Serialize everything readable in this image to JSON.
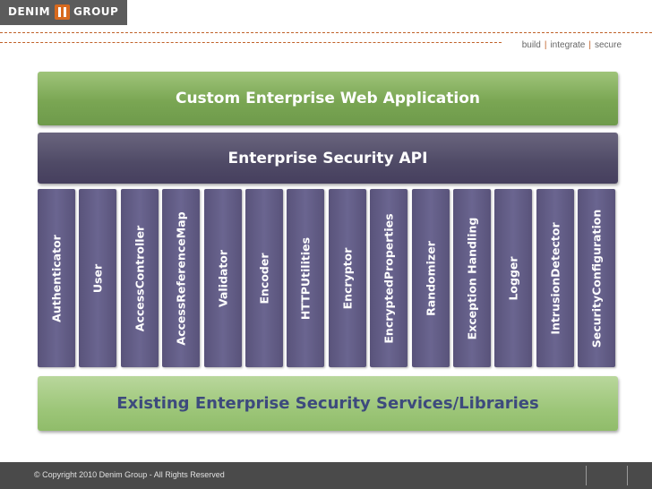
{
  "header": {
    "logo_left": "DENIM",
    "logo_right": "GROUP",
    "tagline": [
      "build",
      "integrate",
      "secure"
    ]
  },
  "diagram": {
    "top_layer": "Custom Enterprise Web Application",
    "api_layer": "Enterprise Security API",
    "components": [
      "Authenticator",
      "User",
      "AccessController",
      "AccessReferenceMap",
      "Validator",
      "Encoder",
      "HTTPUtilities",
      "Encryptor",
      "EncryptedProperties",
      "Randomizer",
      "Exception Handling",
      "Logger",
      "IntrusionDetector",
      "SecurityConfiguration"
    ],
    "bottom_layer": "Existing Enterprise Security Services/Libraries"
  },
  "footer": {
    "copyright": "© Copyright 2010 Denim Group - All Rights Reserved"
  }
}
